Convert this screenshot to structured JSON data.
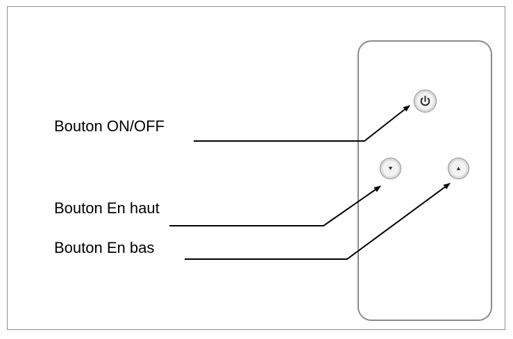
{
  "labels": {
    "power": "Bouton ON/OFF",
    "up": "Bouton En haut",
    "down": "Bouton En bas"
  },
  "icons": {
    "power": "power-icon",
    "down": "triangle-down-icon",
    "up": "triangle-up-icon"
  },
  "colors": {
    "line": "#000000",
    "outline": "#8a8a8a"
  }
}
